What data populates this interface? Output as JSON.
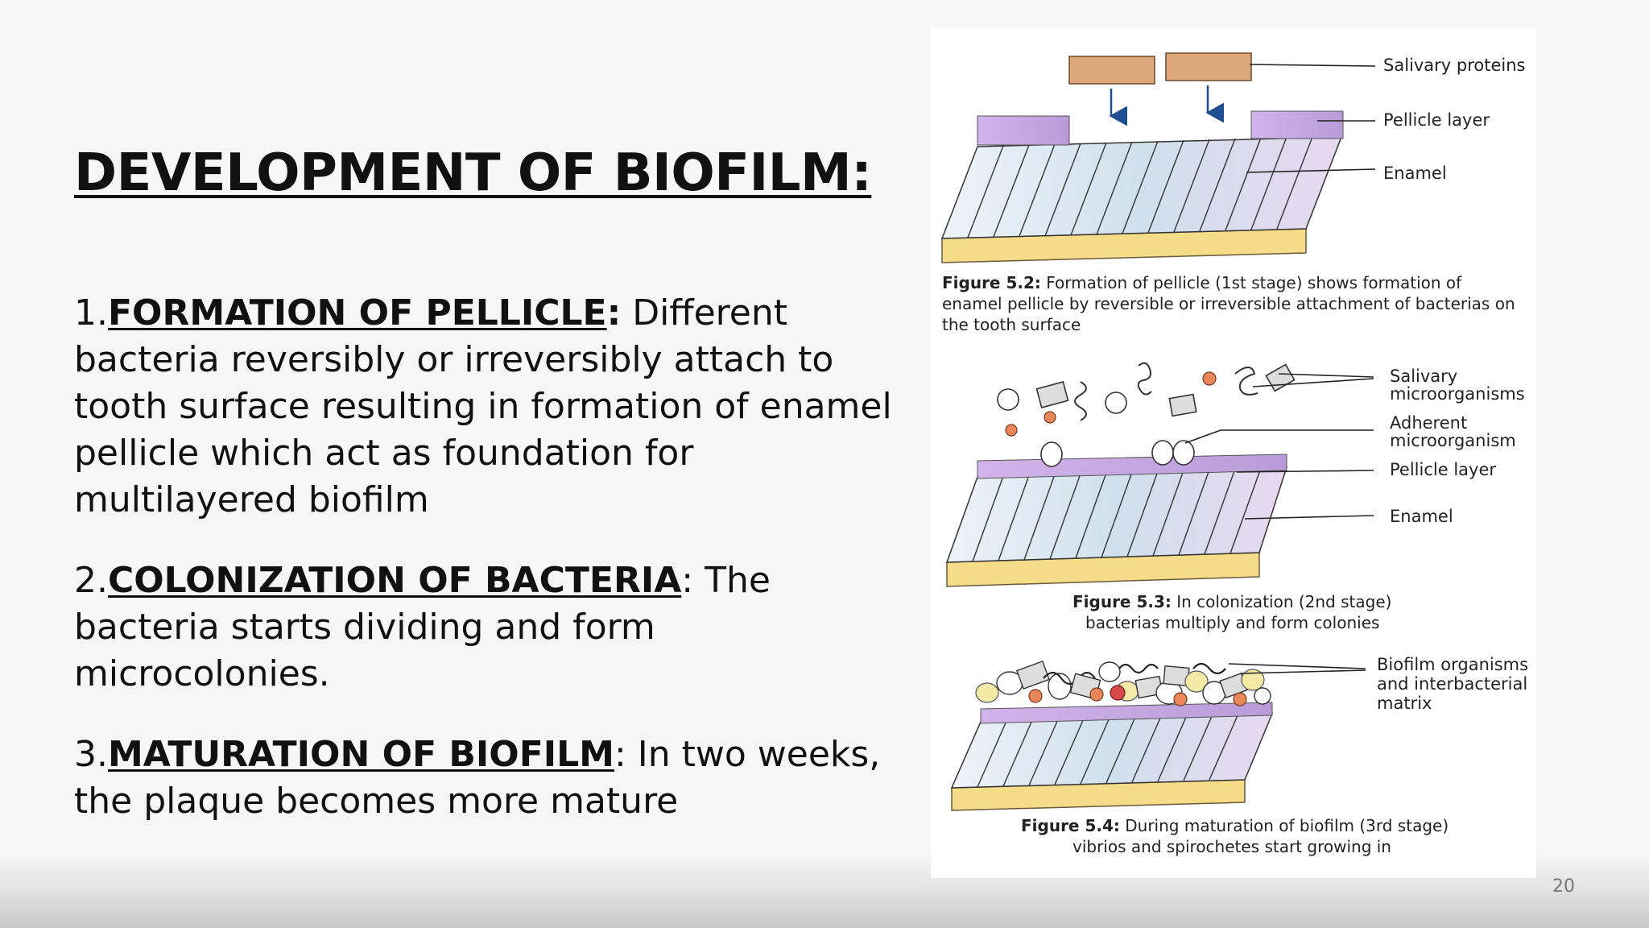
{
  "slide": {
    "title": "DEVELOPMENT OF BIOFILM:",
    "page_number": "20"
  },
  "points": [
    {
      "number": " 1.",
      "heading": "FORMATION OF PELLICLE",
      "separator": ":",
      "text": " Different bacteria reversibly or irreversibly attach to tooth surface resulting in formation of enamel pellicle which act as foundation for multilayered biofilm"
    },
    {
      "number": "2.",
      "heading": "COLONIZATION OF BACTERIA",
      "separator": ":",
      "text": " The bacteria starts dividing and form microcolonies."
    },
    {
      "number": "3.",
      "heading": "MATURATION OF BIOFILM",
      "separator": ":",
      "text": " In two weeks, the plaque becomes more mature"
    }
  ],
  "figures": {
    "fig1": {
      "labels": {
        "salivary_proteins": "Salivary proteins",
        "pellicle_layer": "Pellicle layer",
        "enamel": "Enamel"
      },
      "caption_bold": "Figure 5.2:",
      "caption_line1": " Formation of pellicle (1st stage) shows formation of",
      "caption_line2": "enamel pellicle by reversible or irreversible attachment of bacterias on",
      "caption_line3": "the tooth surface"
    },
    "fig2": {
      "labels": {
        "salivary_1": "Salivary",
        "salivary_2": "microorganisms",
        "adherent_1": "Adherent",
        "adherent_2": "microorganism",
        "pellicle_layer": "Pellicle layer",
        "enamel": "Enamel"
      },
      "caption_bold": "Figure 5.3:",
      "caption_line1": " In colonization (2nd stage)",
      "caption_line2": "bacterias multiply and form colonies"
    },
    "fig3": {
      "labels": {
        "biofilm_1": "Biofilm organisms",
        "biofilm_2": "and interbacterial",
        "biofilm_3": "matrix"
      },
      "caption_bold": "Figure 5.4:",
      "caption_line1": " During maturation of biofilm (3rd stage)",
      "caption_line2": "vibrios and spirochetes start growing in"
    }
  },
  "colors": {
    "pellicle": "#c8a8e0",
    "protein": "#dca87c",
    "dentin": "#f4dc88",
    "enamel": "#dbe6ef",
    "arrow": "#1f4f8f"
  }
}
